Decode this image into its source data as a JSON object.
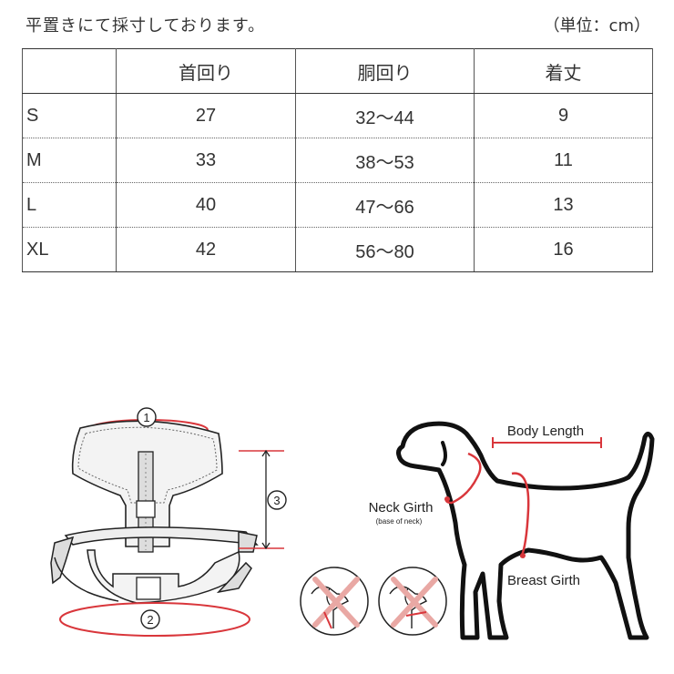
{
  "header": {
    "note": "平置きにて採寸しております。",
    "unit": "（単位：cm）"
  },
  "table": {
    "columns": [
      "",
      "首回り",
      "胴回り",
      "着丈"
    ],
    "rows": [
      {
        "size": "S",
        "neck": "27",
        "body": "32〜44",
        "length": "9"
      },
      {
        "size": "M",
        "neck": "33",
        "body": "38〜53",
        "length": "11"
      },
      {
        "size": "L",
        "neck": "40",
        "body": "47〜66",
        "length": "13"
      },
      {
        "size": "XL",
        "neck": "42",
        "body": "56〜80",
        "length": "16"
      }
    ]
  },
  "harness": {
    "marker_1": "1",
    "marker_2": "2",
    "marker_3": "3"
  },
  "dog": {
    "body_length": "Body Length",
    "neck_girth": "Neck Girth",
    "neck_girth_note": "(base of neck)",
    "breast_girth": "Breast Girth"
  },
  "colors": {
    "red": "#d9363b",
    "line": "#222222",
    "cross": "#e9a8a4"
  },
  "icons": [
    "dog-head-wrong-icon",
    "dog-head-wrong-icon"
  ]
}
